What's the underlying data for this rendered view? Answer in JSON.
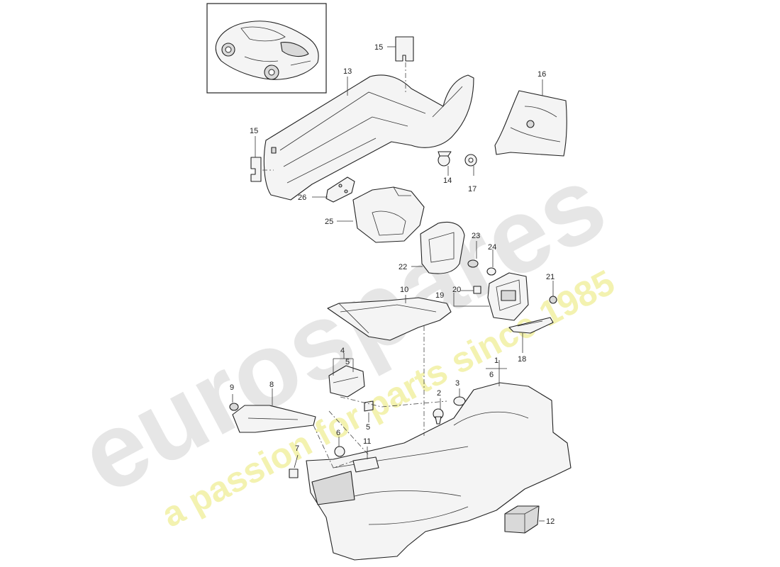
{
  "watermark": {
    "brand": "eurospares",
    "tagline": "a passion for parts since 1985",
    "brand_color": "#e6e6e6",
    "tagline_color": "#f3f2b0"
  },
  "callouts": {
    "c1": "1",
    "c2": "2",
    "c3": "3",
    "c4": "4",
    "c5a": "5",
    "c5b": "5",
    "c6a": "6",
    "c6b": "6",
    "c7": "7",
    "c8": "8",
    "c9": "9",
    "c10": "10",
    "c11": "11",
    "c12": "12",
    "c13": "13",
    "c14": "14",
    "c15a": "15",
    "c15b": "15",
    "c16": "16",
    "c17": "17",
    "c18": "18",
    "c19": "19",
    "c20": "20",
    "c21": "21",
    "c22": "22",
    "c23": "23",
    "c24": "24",
    "c25": "25",
    "c26": "26"
  }
}
